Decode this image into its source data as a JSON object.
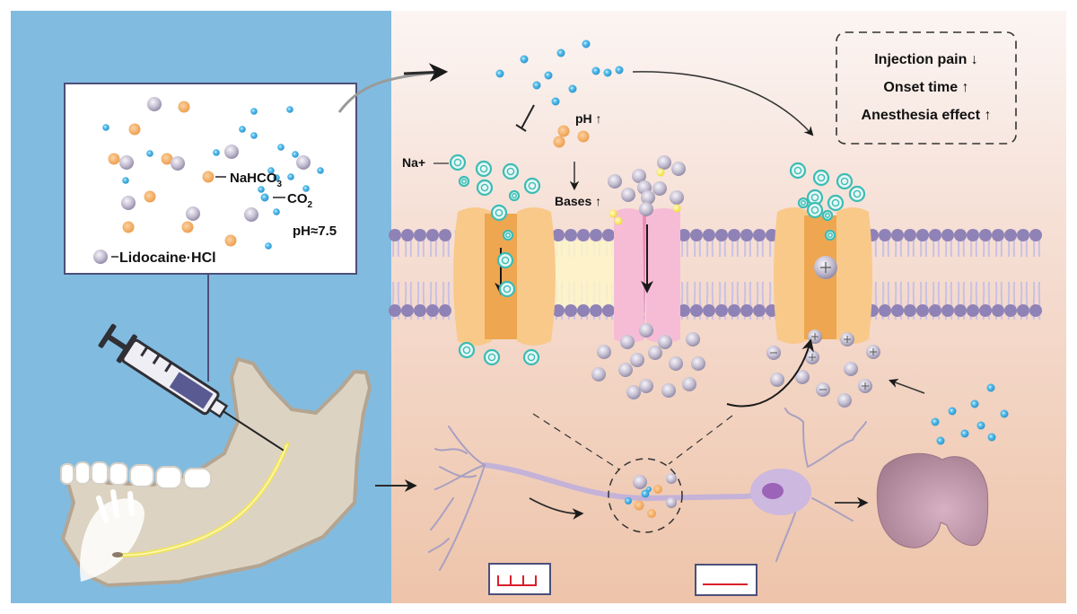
{
  "colors": {
    "left_panel": "#82bbe0",
    "right_panel_top": "#fbf4f1",
    "right_panel_bottom": "#eec6ad",
    "co2": "#3aa7dc",
    "nahco3": "#f0a85a",
    "lidocaine": "#b6b0c4",
    "sodium_ion": "#3cbcb4",
    "base": "#f5e84a",
    "channel_orange": "#f9c98a",
    "channel_pink": "#f6bcd6",
    "membrane_head": "#8f82b6",
    "nerve": "#c4b2d8",
    "brain": "#b48c9e",
    "signal_red": "#d8202a"
  },
  "legend_box": {
    "nahco3_label": "NaHCO",
    "nahco3_sub": "3",
    "co2_label": "CO",
    "co2_sub": "2",
    "ph_label": "pH≈7.5",
    "lidocaine_label": "Lidocaine·HCl"
  },
  "mechanism": {
    "ph_label": "pH ↑",
    "bases_label": "Bases ↑",
    "sodium_label": "Na+"
  },
  "outcomes": {
    "items": [
      "Injection pain ↓",
      "Onset time ↑",
      "Anesthesia effect ↑"
    ]
  },
  "signals": {
    "before": "action-potentials",
    "after": "flat-line"
  }
}
